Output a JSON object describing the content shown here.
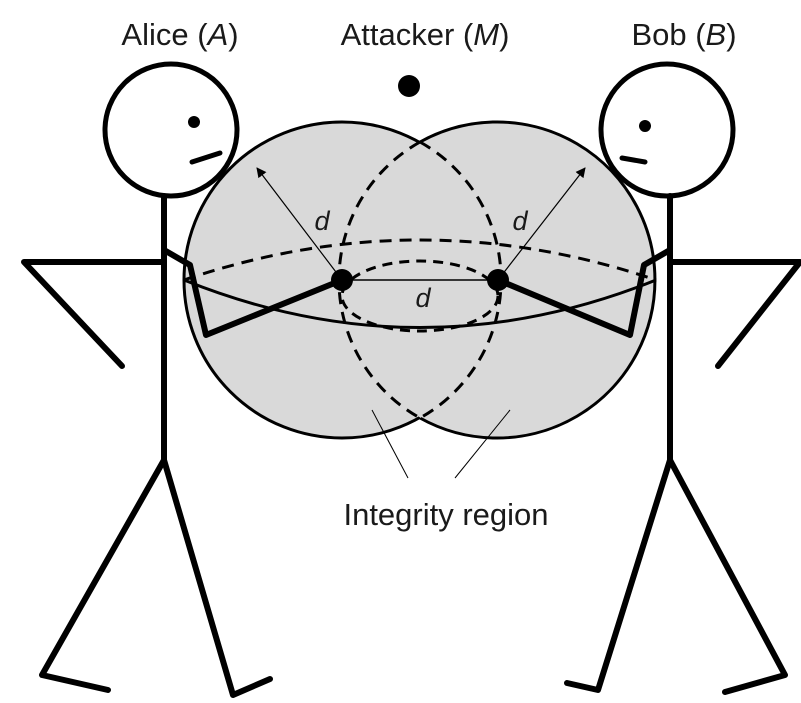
{
  "labels": {
    "alice": "Alice",
    "alice_sym": "A",
    "attacker": "Attacker",
    "attacker_sym": "M",
    "bob": "Bob",
    "bob_sym": "B",
    "d": "d",
    "integrity_region": "Integrity region"
  },
  "colors": {
    "stroke": "#000000",
    "region_fill": "#d9d9d9",
    "text": "#1a1a1a"
  }
}
